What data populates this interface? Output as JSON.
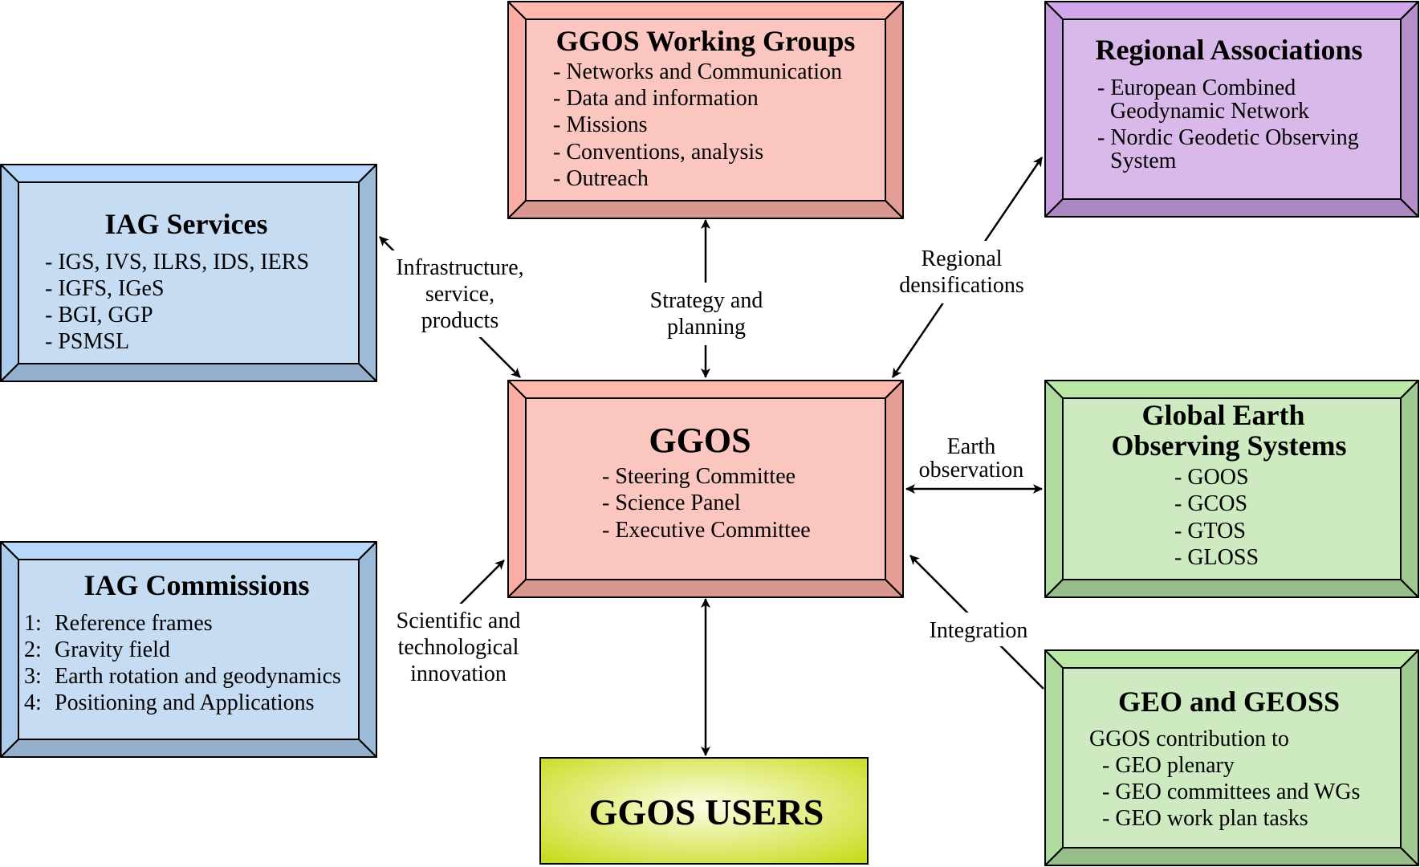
{
  "center": {
    "title": "GGOS",
    "items": [
      "- Steering Committee",
      "- Science Panel",
      "- Executive Committee"
    ]
  },
  "working_groups": {
    "title": "GGOS Working Groups",
    "items": [
      "- Networks and Communication",
      "- Data and information",
      "- Missions",
      "- Conventions, analysis",
      "- Outreach"
    ]
  },
  "regional": {
    "title": "Regional Associations",
    "lines": [
      "- European Combined",
      "Geodynamic Network",
      "- Nordic Geodetic Observing",
      "System"
    ]
  },
  "iag_services": {
    "title": "IAG Services",
    "items": [
      "- IGS, IVS, ILRS, IDS, IERS",
      "- IGFS, IGeS",
      "- BGI, GGP",
      "- PSMSL"
    ]
  },
  "iag_commissions": {
    "title": "IAG Commissions",
    "items": [
      {
        "num": "1:",
        "text": "Reference frames"
      },
      {
        "num": "2:",
        "text": "Gravity field"
      },
      {
        "num": "3:",
        "text": "Earth rotation and geodynamics"
      },
      {
        "num": "4:",
        "text": "Positioning and Applications"
      }
    ]
  },
  "global_earth": {
    "title_lines": [
      "Global Earth",
      "Observing Systems"
    ],
    "items": [
      "- GOOS",
      "- GCOS",
      "- GTOS",
      "- GLOSS"
    ]
  },
  "geo": {
    "title": "GEO and GEOSS",
    "intro": "GGOS contribution to",
    "items": [
      "- GEO plenary",
      "- GEO committees and WGs",
      "- GEO work plan tasks"
    ]
  },
  "users": {
    "title": "GGOS USERS"
  },
  "connections": {
    "services": [
      "Infrastructure,",
      "service,",
      "products"
    ],
    "strategy": [
      "Strategy and",
      "planning"
    ],
    "regional": [
      "Regional",
      "densifications"
    ],
    "earth_obs": [
      "Earth",
      "observation"
    ],
    "scientific": [
      "Scientific and",
      "technological",
      "innovation"
    ],
    "integration": [
      "Integration"
    ]
  },
  "colors": {
    "pink_face": "#fbc6bf",
    "pink_bevel": "#f5aaa1",
    "blue_face": "#c6dcf2",
    "blue_bevel": "#a9c8e8",
    "purple_face": "#d8b9e9",
    "purple_bevel": "#c29ad9",
    "green_face": "#cdeac0",
    "green_bevel": "#acd79b",
    "users_center": "#fdfde6",
    "users_edge": "#c8dc1e"
  }
}
